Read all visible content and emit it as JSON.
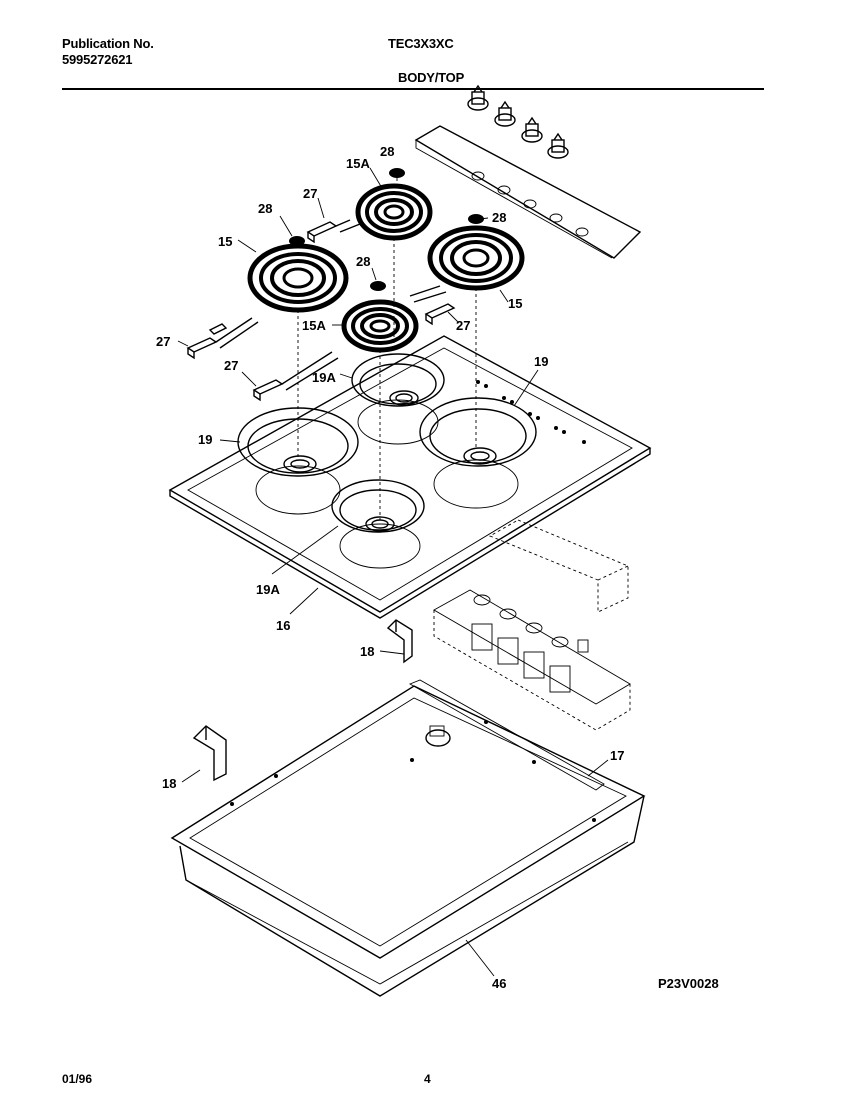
{
  "header": {
    "publication_label": "Publication No.",
    "publication_number": "5995272621",
    "model": "TEC3X3XC",
    "section": "BODY/TOP"
  },
  "callouts": {
    "c28a": "28",
    "c15a_top": "15A",
    "c27a": "27",
    "c28b": "28",
    "c15_left": "15",
    "c28c": "28",
    "c28d": "28",
    "c15_right": "15",
    "c15a_mid": "15A",
    "c27b": "27",
    "c27c": "27",
    "c27d": "27",
    "c19a_top": "19A",
    "c19_right": "19",
    "c19_left": "19",
    "c19a_bottom": "19A",
    "c16": "16",
    "c18_top": "18",
    "c18_left": "18",
    "c17": "17",
    "c46": "46"
  },
  "figure_code": "P23V0028",
  "footer": {
    "date": "01/96",
    "page": "4"
  }
}
